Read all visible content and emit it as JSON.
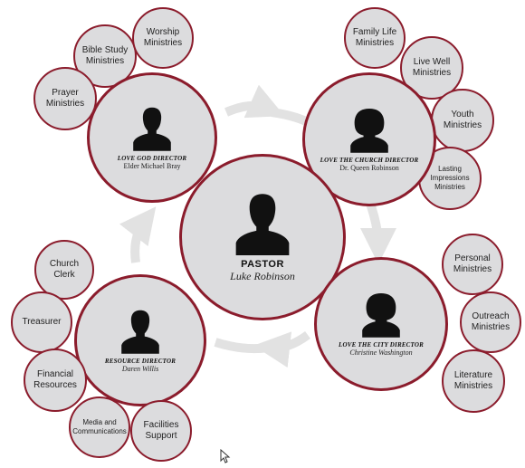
{
  "colors": {
    "ring": "#8b1c2c",
    "fill": "#dcdcde",
    "arrow": "#e2e2e2",
    "silhouette": "#111111"
  },
  "icons": {
    "male": "person-male-icon",
    "female": "person-female-icon",
    "cursor": "mouse-cursor-icon"
  },
  "pastor": {
    "title": "PASTOR",
    "name": "Luke Robinson"
  },
  "love_god": {
    "role": "LOVE GOD DIRECTOR",
    "name": "Elder Michael Bray",
    "ministries": [
      "Bible Study Ministries",
      "Worship Ministries",
      "Prayer Ministries"
    ]
  },
  "love_church": {
    "role": "LOVE THE CHURCH DIRECTOR",
    "name": "Dr. Queen Robinson",
    "ministries": [
      "Family Life Ministries",
      "Live Well Ministries",
      "Youth Ministries",
      "Lasting Impressions Ministries"
    ]
  },
  "love_city": {
    "role": "LOVE THE CITY DIRECTOR",
    "name": "Christine Washington",
    "ministries": [
      "Personal Ministries",
      "Outreach Ministries",
      "Literature Ministries"
    ]
  },
  "resource": {
    "role": "RESOURCE DIRECTOR",
    "name": "Daren Willis",
    "ministries": [
      "Church Clerk",
      "Treasurer",
      "Financial Resources",
      "Media and Communications",
      "Facilities Support"
    ]
  }
}
